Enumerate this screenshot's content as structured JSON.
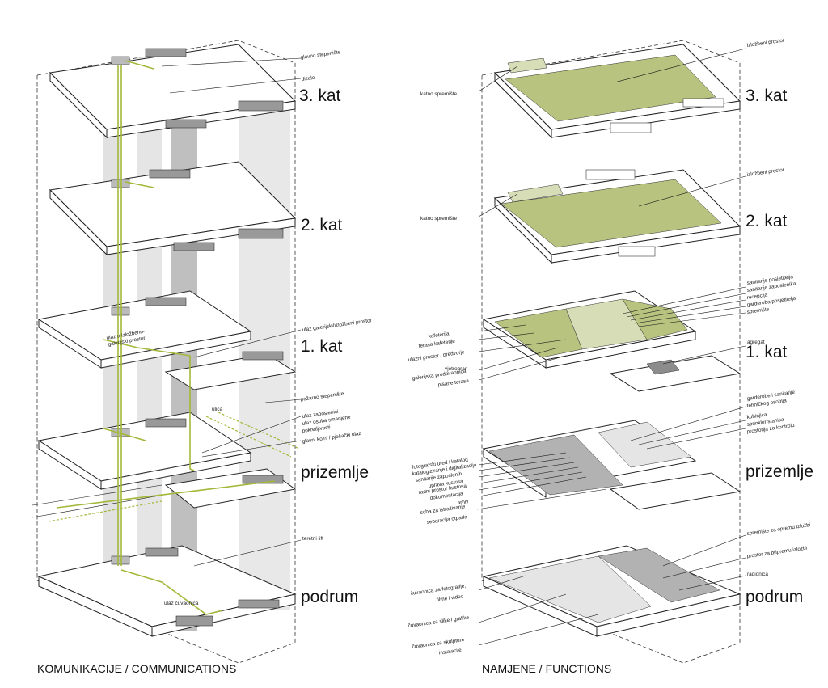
{
  "colors": {
    "function_green": "#b8c37f",
    "function_light_green": "#d7ddb7",
    "function_dark": "#8c8c8c",
    "function_mid": "#b2b2b2",
    "function_light": "#e5e5e5",
    "circulation_green": "#a4b738",
    "shaft_light": "#dcdcdc",
    "shaft_dark": "#a9a9a9"
  },
  "left": {
    "caption": "KOMUNIKACIJE / COMMUNICATIONS",
    "floors": {
      "kat3": "3. kat",
      "kat2": "2. kat",
      "kat1": "1. kat",
      "prizemlje": "prizemlje",
      "podrum": "podrum"
    },
    "annotations": {
      "glavno_stepeniste": "glavno stepenište",
      "dizalo": "dizalo",
      "ulaz_galerijski": "ulaz galerijski/izložbeni prostor",
      "ulaz_izlozbeno": "ulaz u izložbeno-",
      "galerijski_prostor": "galerijski prostor",
      "pozarno_stepeniste": "požarno stepenište",
      "ulica": "ulica",
      "ulaz_zaposlenici": "ulaz zaposlenici",
      "ulaz_osoba": "ulaz osoba smanjene",
      "pokretljivosti": "pokretljivosti",
      "glavni_kolni": "glavni kolni / pješački ulaz",
      "teretni_lift": "teretni lift",
      "ulaz_cuvaonica": "ulaz čuvaonica"
    }
  },
  "right": {
    "caption": "NAMJENE / FUNCTIONS",
    "floors": {
      "kat3": "3. kat",
      "kat2": "2. kat",
      "kat1": "1. kat",
      "prizemlje": "prizemlje",
      "podrum": "podrum"
    },
    "annotations": {
      "izlozbeni_prostor_3": "izložbeni prostor",
      "katno_spremiste_3": "katno spremište",
      "izlozbeni_prostor_2": "izložbeni prostor",
      "katno_spremiste_2": "katno spremište",
      "sanitarije_posjetitelja": "sanitarije posjetitelja",
      "sanitarije_zaposlenika": "sanitarije zaposlenika",
      "recepcija": "recepcija",
      "garderoba_posjetitelja": "garderoba posjetitelja",
      "spremiste": "spremište",
      "agregat": "agregat",
      "kafeterija": "kafeterija",
      "terasa_kafeterije": "terasa kafeterije",
      "ulazni_prostor": "ulazni prostor / predvorje",
      "vjetrobran": "vjetrobran",
      "galerijska_prodavaonica": "galerijska prodavaonica",
      "pisane_terasa": "pisane terasa",
      "garderobe_sanitarije": "garderobe i sanitarije",
      "tehnickog_osoblja": "tehničkog osoblja",
      "kuhinjica": "kuhinjica",
      "sprinkler_stanica": "sprinkler stanica",
      "prostorija_kontrolu": "prostorija za kontrolu",
      "fotografski_ured": "fotografski ured i katalog",
      "katalogiziranje": "katalogiziranje i digitalizacija",
      "sanitarije_zaposlenih": "sanitarije zaposlenih",
      "uprava_kustosa": "uprava kustosa",
      "radni_prostor": "radni prostor kustosa",
      "dokumentacija": "dokumentacija",
      "arhiv": "arhiv",
      "soba_istrazivanje": "soba za istraživanje",
      "separacija_otpada": "separacija otpada",
      "spremiste_oprema": "spremište za opremu izložbi",
      "prostor_priprema": "prostor za pripremu izložbi",
      "radionica": "radionica",
      "cuvaonica_foto": "čuvaonica za fotografije,",
      "filme_video": "filme i video",
      "cuvaonica_slike": "čuvaonica za slike i grafike",
      "cuvaonica_skulpture": "čuvaonica za skulpture",
      "i_instalacije": "i instalacije"
    }
  }
}
